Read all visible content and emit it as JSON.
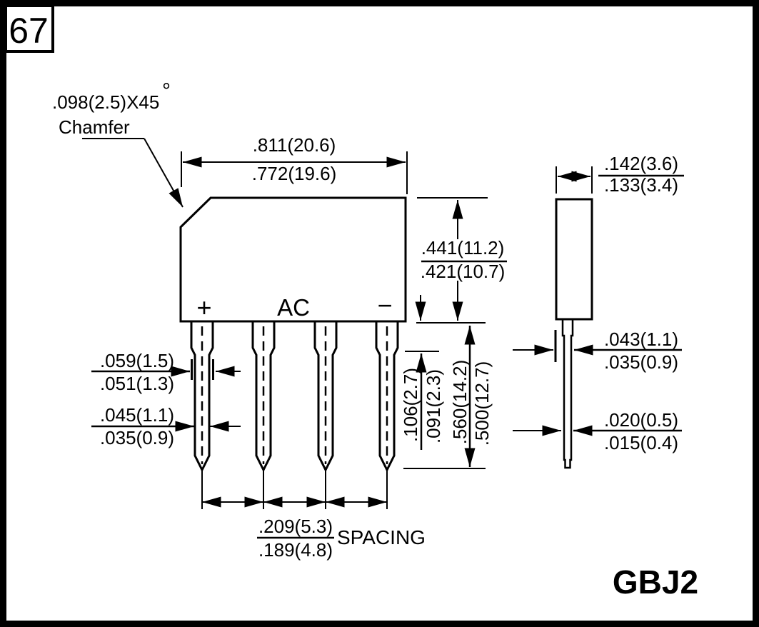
{
  "page_number": "67",
  "part_number": "GBJ2",
  "colors": {
    "ink": "#000000",
    "paper": "#ffffff"
  },
  "front_view": {
    "chamfer_note": ".098(2.5)X45",
    "chamfer_degree": "°",
    "chamfer_label": "Chamfer",
    "terminals": {
      "plus": "+",
      "ac": "AC",
      "minus": "−"
    },
    "body_width": {
      "max": ".811(20.6)",
      "min": ".772(19.6)"
    },
    "body_height": {
      "max": ".441(11.2)",
      "min": ".421(10.7)"
    },
    "lead_width_upper": {
      "max": ".059(1.5)",
      "min": ".051(1.3)"
    },
    "lead_width_lower": {
      "max": ".045(1.1)",
      "min": ".035(0.9)"
    },
    "lead_upper_length": {
      "max": ".106(2.7)",
      "min": ".091(2.3)"
    },
    "lead_length": {
      "max": ".560(14.2)",
      "min": ".500(12.7)"
    },
    "lead_spacing": {
      "max": ".209(5.3)",
      "min": ".189(4.8)",
      "label": "SPACING"
    }
  },
  "side_view": {
    "body_thickness": {
      "max": ".142(3.6)",
      "min": ".133(3.4)"
    },
    "lead_thickness_upper": {
      "max": ".043(1.1)",
      "min": ".035(0.9)"
    },
    "lead_thickness_lower": {
      "max": ".020(0.5)",
      "min": ".015(0.4)"
    }
  }
}
